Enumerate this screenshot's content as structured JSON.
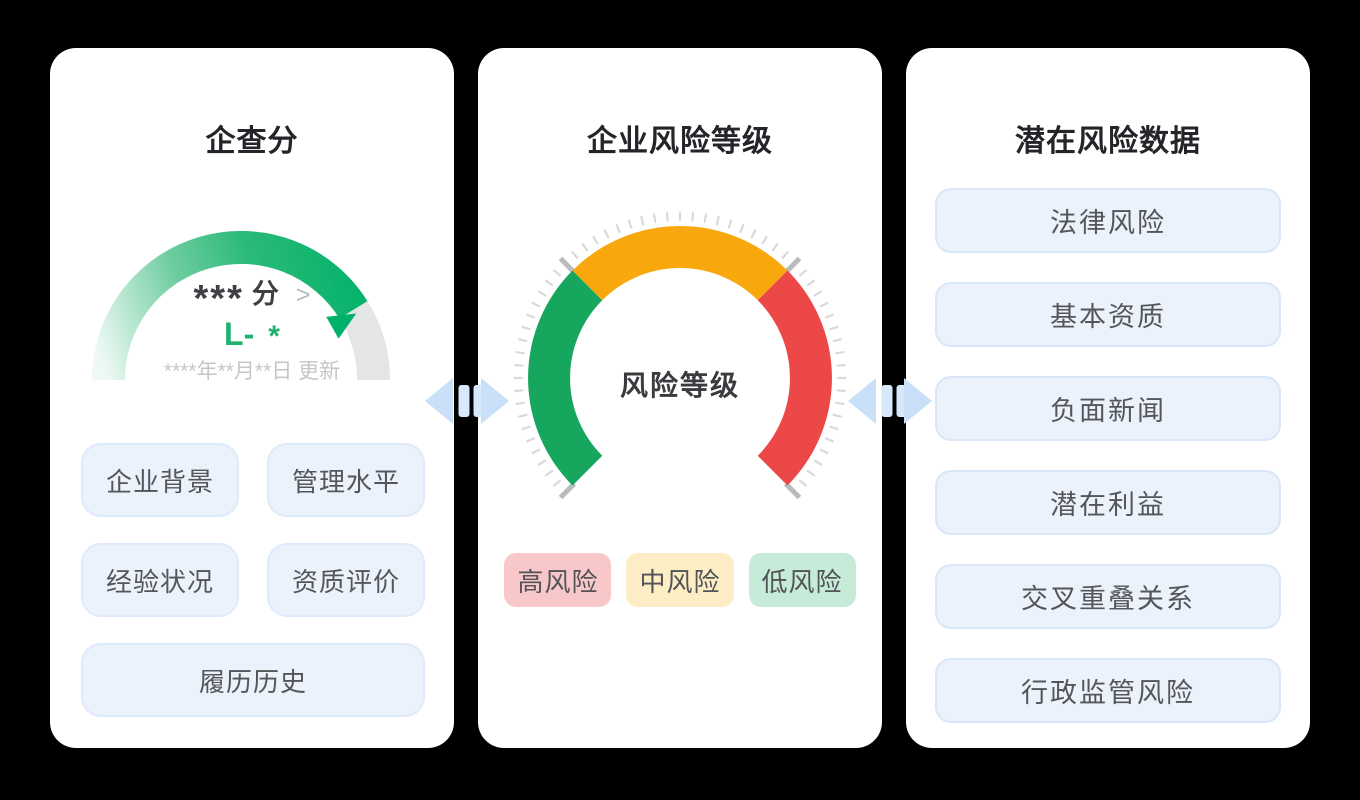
{
  "colors": {
    "page_bg": "#000000",
    "card_bg": "#ffffff",
    "pill_bg": "#ebf2fc",
    "pill_border": "#dbe8f9",
    "pill_text": "#54565a",
    "title_text": "#232528",
    "connector_triangle": "#c9e0f8",
    "connector_bars": "#d6e9fc"
  },
  "cards": [
    {
      "id": "qichafen",
      "title": "企查分",
      "buttons": [
        "企业背景",
        "管理水平",
        "经验状况",
        "资质评价",
        "履历历史"
      ]
    },
    {
      "id": "risk-level",
      "title": "企业风险等级",
      "legend": [
        {
          "label": "高风险",
          "bg": "#f8c7ca"
        },
        {
          "label": "中风险",
          "bg": "#fcedc5"
        },
        {
          "label": "低风险",
          "bg": "#c6ebd8"
        }
      ]
    },
    {
      "id": "risk-data",
      "title": "潜在风险数据",
      "items": [
        "法律风险",
        "基本资质",
        "负面新闻",
        "潜在利益",
        "交叉重叠关系",
        "行政监管风险"
      ]
    }
  ],
  "chart_data": [
    {
      "type": "gauge",
      "card": "企查分",
      "score_stars": "***",
      "score_unit": "分",
      "score_chevron": ">",
      "level_prefix": "L-",
      "level_star": "*",
      "update_text": "****年**月**日 更新",
      "arc_start_deg": 180,
      "arc_end_deg": 0,
      "value_end_deg": 32,
      "pointer_deg": 30,
      "gradient": [
        {
          "offset": 0,
          "color": "#eef9f4"
        },
        {
          "offset": 0.35,
          "color": "#6ecda0"
        },
        {
          "offset": 0.62,
          "color": "#2bba78"
        },
        {
          "offset": 1,
          "color": "#00b269"
        }
      ],
      "track_color": "#e4e5e6",
      "pointer_color": "#00b269"
    },
    {
      "type": "gauge",
      "card": "企业风险等级",
      "center_label": "风险等级",
      "segments": [
        {
          "label": "低风险",
          "color": "#17a65e",
          "from_deg": 225,
          "to_deg": 135
        },
        {
          "label": "中风险",
          "color": "#f8a70c",
          "from_deg": 135,
          "to_deg": 45
        },
        {
          "label": "高风险",
          "color": "#ec4848",
          "from_deg": 45,
          "to_deg": -45
        }
      ],
      "tick_color": "#d9dadc",
      "major_tick_color": "#b9bbbd",
      "major_tick_degs": [
        225,
        135,
        45,
        -45
      ],
      "tick_step_deg": 4.5
    }
  ]
}
